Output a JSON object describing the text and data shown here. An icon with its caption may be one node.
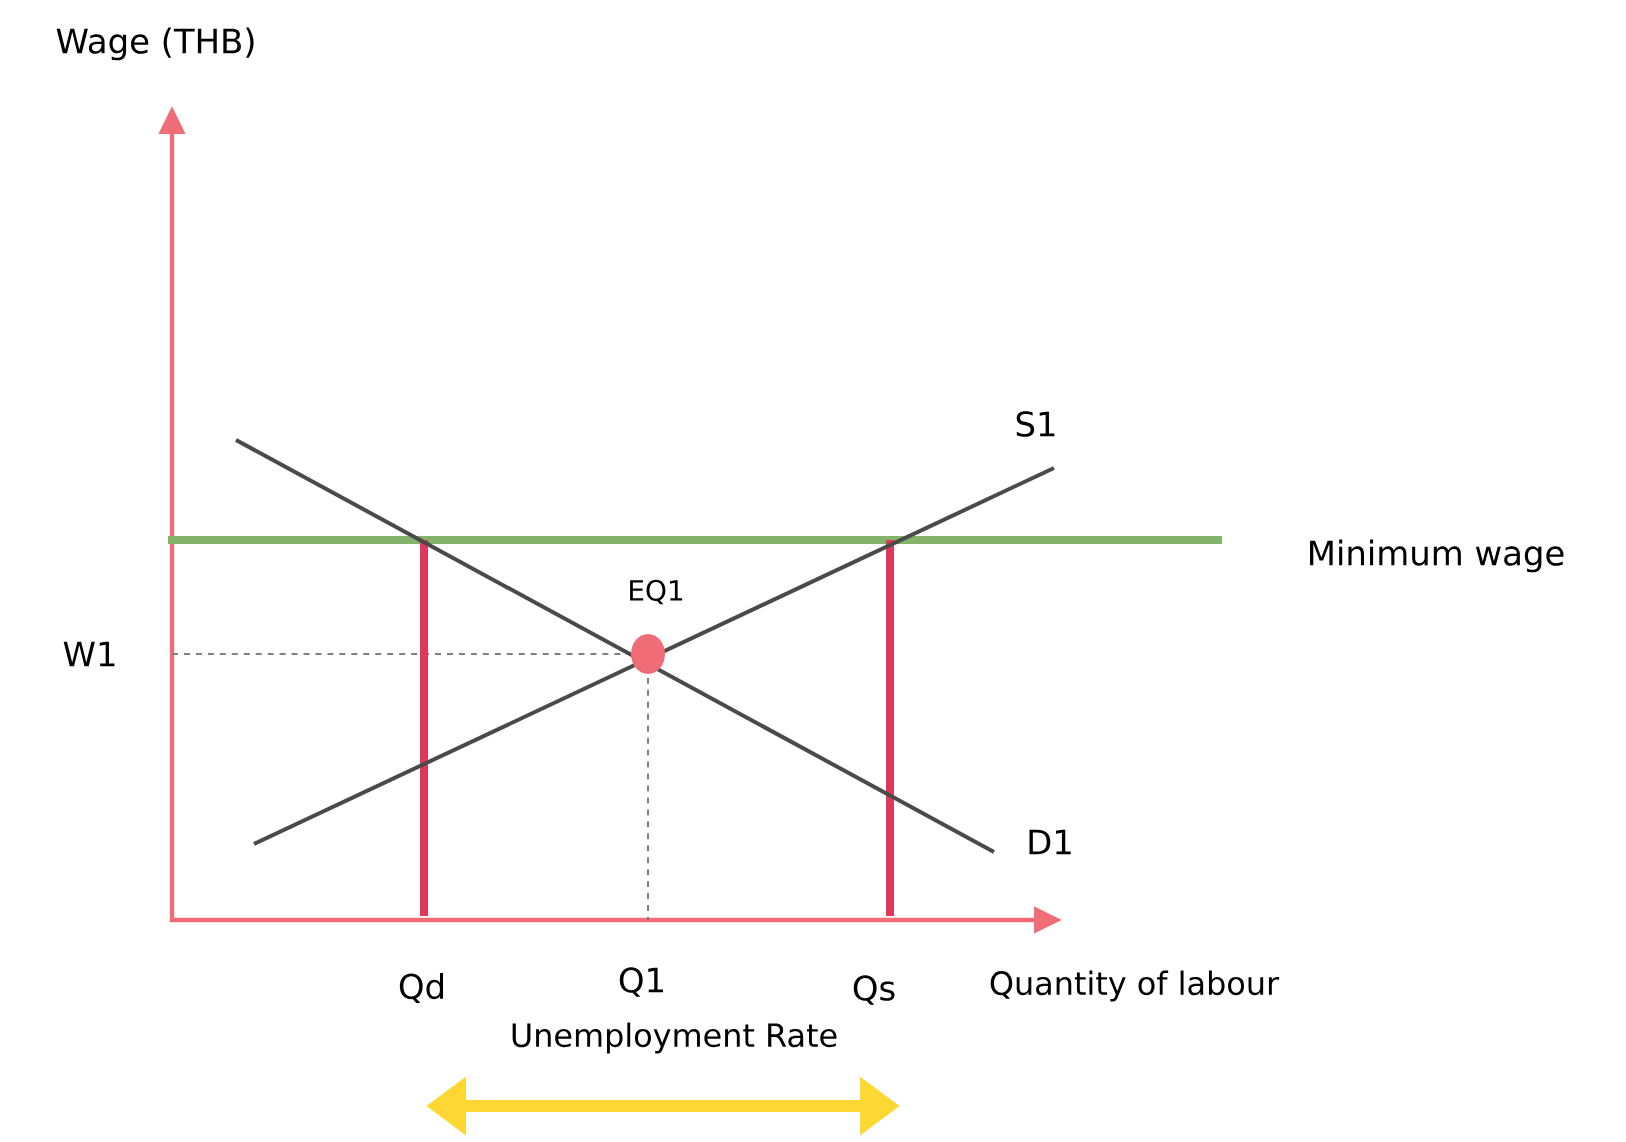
{
  "diagram": {
    "labels": [
      "Wage (THB)",
      "S1",
      "Minimum wage",
      "EQ1",
      "W1",
      "D1",
      "Qd",
      "Q1",
      "Qs",
      "Quantity of labour",
      "Unemployment Rate"
    ]
  }
}
